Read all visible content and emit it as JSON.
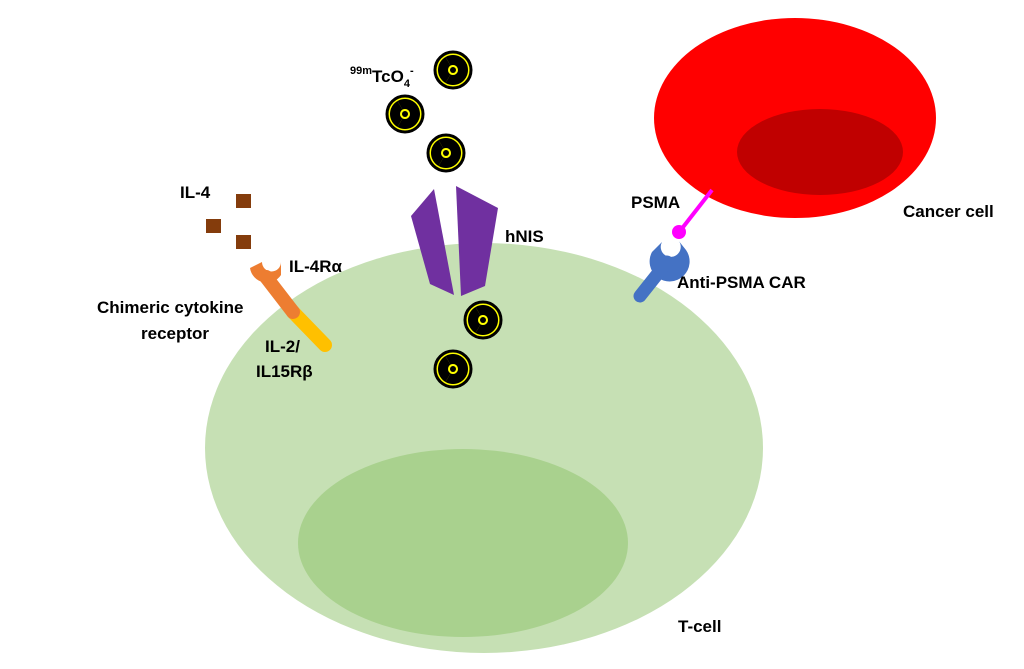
{
  "labels": {
    "tc_prefix": "99m",
    "tc_main": "TcO",
    "tc_sub": "4",
    "tc_charge": "-",
    "il4": "IL-4",
    "il4r": "IL-4Rα",
    "hnis": "hNIS",
    "psma": "PSMA",
    "cancer": "Cancer cell",
    "car": "Anti-PSMA CAR",
    "chimeric_1": "Chimeric cytokine",
    "chimeric_2": "receptor",
    "il2_1": "IL-2/",
    "il2_2": "IL15Rβ",
    "tcell": "T-cell"
  },
  "colors": {
    "tcell_body": "#c6e0b4",
    "tcell_nucleus": "#a9d18e",
    "cancer_body": "#ff0000",
    "cancer_nucleus": "#c00000",
    "hnis": "#7030a0",
    "car": "#4472c4",
    "psma": "#ff00ff",
    "il4": "#843c0c",
    "il4r": "#ed7d31",
    "il2r": "#ffc000",
    "radioactive_fill": "#ffff00",
    "radioactive_mark": "#000000"
  },
  "icons": {
    "radioactive": "radioactive-trefoil-icon",
    "il4_molecule": "square-icon"
  }
}
